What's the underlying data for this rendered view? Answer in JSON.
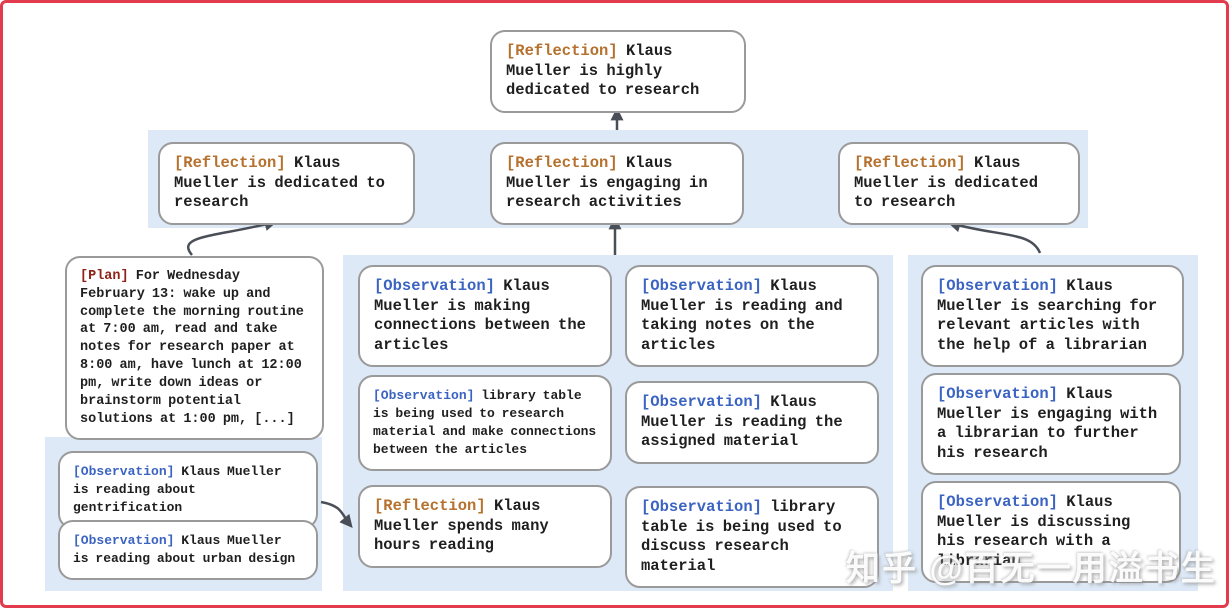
{
  "colors": {
    "frame_border": "#e23b4e",
    "band_bg": "#dde9f7",
    "node_border": "#9a9a9a",
    "reflection_tag": "#b5712d",
    "observation_tag": "#3a63c2",
    "plan_tag": "#8f2318",
    "arrow": "#4a4f57",
    "text": "#1f1f1f"
  },
  "nodes": {
    "root": {
      "tag": "[Reflection]",
      "text": "Klaus Mueller is highly dedicated to research"
    },
    "refl_left": {
      "tag": "[Reflection]",
      "text": "Klaus Mueller is dedicated to research"
    },
    "refl_mid": {
      "tag": "[Reflection]",
      "text": "Klaus Mueller is engaging in research activities"
    },
    "refl_right": {
      "tag": "[Reflection]",
      "text": "Klaus Mueller is dedicated to research"
    },
    "plan": {
      "tag": "[Plan]",
      "text": "For Wednesday February 13: wake up and complete the morning routine at 7:00 am, read and take notes for research paper at 8:00 am, have lunch at 12:00 pm, write down ideas or brainstorm potential solutions at 1:00 pm, [...]"
    },
    "obs_gentrification": {
      "tag": "[Observation]",
      "text": "Klaus Mueller is reading about gentrification"
    },
    "obs_urban": {
      "tag": "[Observation]",
      "text": "Klaus Mueller is reading about urban design"
    },
    "obs_connections": {
      "tag": "[Observation]",
      "text": "Klaus Mueller is making connections between the articles"
    },
    "obs_library_research": {
      "tag": "[Observation]",
      "text": "library table is being used to research material and make connections between the articles"
    },
    "refl_hours": {
      "tag": "[Reflection]",
      "text": "Klaus Mueller spends many hours reading"
    },
    "obs_notes": {
      "tag": "[Observation]",
      "text": "Klaus Mueller is reading and taking notes on the articles"
    },
    "obs_assigned": {
      "tag": "[Observation]",
      "text": "Klaus Mueller is reading the assigned material"
    },
    "obs_library_discuss": {
      "tag": "[Observation]",
      "text": "library table is being used to discuss research material"
    },
    "obs_searching": {
      "tag": "[Observation]",
      "text": "Klaus Mueller is searching for relevant articles with the help of a librarian"
    },
    "obs_engaging": {
      "tag": "[Observation]",
      "text": "Klaus Mueller is engaging with a librarian to further his research"
    },
    "obs_discussing": {
      "tag": "[Observation]",
      "text": "Klaus Mueller is discussing his research with a librarian"
    }
  },
  "watermark": {
    "text": "知乎 @百无一用溢书生"
  }
}
